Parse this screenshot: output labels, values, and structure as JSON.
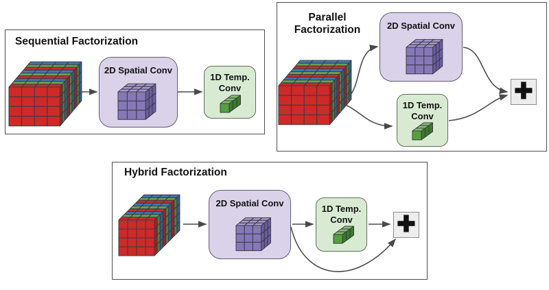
{
  "colors": {
    "background": "#ffffff",
    "text": "#111111",
    "panel_border": "#4d4d4d",
    "spatial_fill": "#d9d2e9",
    "spatial_border": "#625a70",
    "temporal_fill": "#d9ead3",
    "temporal_border": "#5d6e57",
    "plus_fill": "#ededed",
    "plus_border": "#8c8c8c",
    "plus_glyph": "#111111",
    "arrow": "#4a4a4a",
    "edge": "#3b3b44",
    "frame_red": "#cd2a28",
    "frame_green": "#67a152",
    "frame_blue": "#3e78b5",
    "purple_front": "#8678b8",
    "purple_top": "#a89bce",
    "purple_side": "#6b5da2",
    "green_front": "#55a03c",
    "green_top": "#84bf6b",
    "green_side": "#3a7a28"
  },
  "panels": [
    {
      "id": "sequential",
      "title": "Sequential Factorization",
      "spatial_label": "2D Spatial Conv",
      "temporal_label_1": "1D Temp.",
      "temporal_label_2": "Conv"
    },
    {
      "id": "parallel",
      "title_line1": "Parallel",
      "title_line2": "Factorization",
      "spatial_label": "2D Spatial Conv",
      "temporal_label_1": "1D Temp.",
      "temporal_label_2": "Conv",
      "plus": "✚"
    },
    {
      "id": "hybrid",
      "title": "Hybrid Factorization",
      "spatial_label": "2D Spatial Conv",
      "temporal_label_1": "1D Temp.",
      "temporal_label_2": "Conv",
      "plus": "✚"
    }
  ],
  "figure": {
    "input_block": {
      "cols": 4,
      "rows": 4,
      "frames": 9,
      "layer_pattern": [
        "red",
        "green",
        "blue"
      ]
    },
    "spatial_kernel": {
      "cols": 3,
      "rows": 3,
      "depth": 3
    },
    "temporal_kernel": {
      "cols": 1,
      "rows": 1,
      "depth": 3
    }
  }
}
